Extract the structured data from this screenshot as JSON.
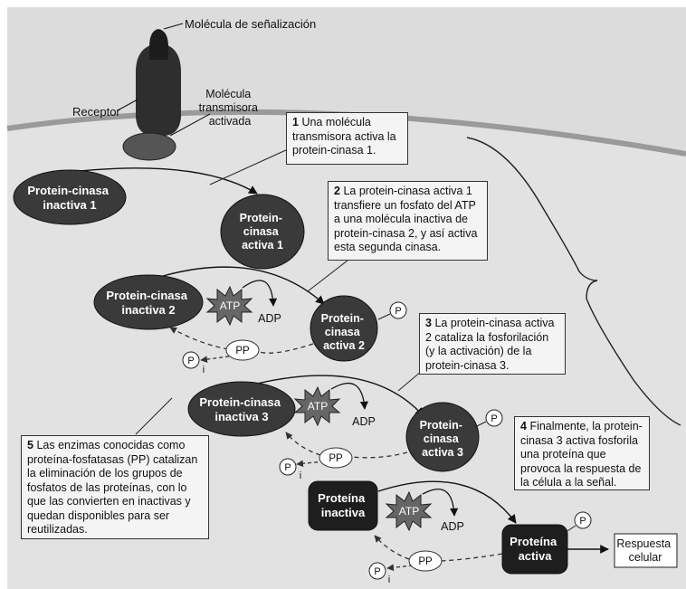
{
  "labels": {
    "signal_molecule": "Molécula de señalización",
    "receptor": "Receptor",
    "relay_molecule": [
      "Molécula",
      "transmisora",
      "activada"
    ],
    "kinase1_inactive": [
      "Protein-cinasa",
      "inactiva 1"
    ],
    "kinase1_active": [
      "Protein-",
      "cinasa",
      "activa 1"
    ],
    "kinase2_inactive": [
      "Protein-cinasa",
      "inactiva 2"
    ],
    "kinase2_active": [
      "Protein-",
      "cinasa",
      "activa 2"
    ],
    "kinase3_inactive": [
      "Protein-cinasa",
      "inactiva 3"
    ],
    "kinase3_active": [
      "Protein-",
      "cinasa",
      "activa 3"
    ],
    "protein_inactive": [
      "Proteína",
      "inactiva"
    ],
    "protein_active": [
      "Proteína",
      "activa"
    ],
    "cellular_response": [
      "Respuesta",
      "celular"
    ],
    "atp": "ATP",
    "adp": "ADP",
    "pp": "PP",
    "p": "P",
    "pi_sub": "i"
  },
  "steps": [
    {
      "num": "1",
      "text": "Una molécula transmisora activa la protein-cinasa 1."
    },
    {
      "num": "2",
      "text": "La protein-cinasa activa 1 transfiere un fosfato del ATP a una molécula inactiva de protein-cinasa 2, y así activa esta segunda cinasa."
    },
    {
      "num": "3",
      "text": "La protein-cinasa activa 2 cataliza la fosforilación (y la activación) de la protein-cinasa 3."
    },
    {
      "num": "4",
      "text": "Finalmente, la protein-cinasa 3 activa fosforila una proteína que provoca la respuesta de  la célula a la señal."
    },
    {
      "num": "5",
      "text": "Las enzimas conocidas como proteína-fosfatasas (PP) catalizan la eliminación de los grupos de fosfatos de las proteínas, con lo que las convierten en inactivas y quedan disponibles para ser reutilizadas."
    }
  ]
}
